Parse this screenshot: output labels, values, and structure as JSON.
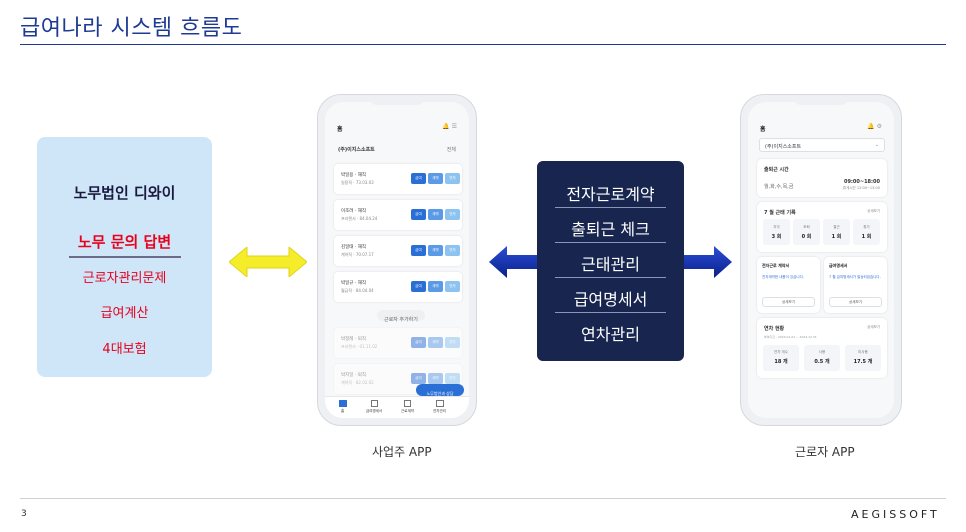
{
  "title": "급여나라 시스템 흐름도",
  "law_firm": {
    "name": "노무법인 디와이",
    "answer": "노무 문의 답변",
    "items": [
      "근로자관리문제",
      "급여계산",
      "4대보험"
    ]
  },
  "employer_app": {
    "home": "홈",
    "company": "(주)이지스소프트",
    "filter": "전체",
    "employees": [
      {
        "name": "박일용 · 재직",
        "sub": "일용직 · 73.03.03"
      },
      {
        "name": "이조려 · 재직",
        "sub": "프리랜서 · 84.04.24"
      },
      {
        "name": "김일태 · 재직",
        "sub": "계약직 · 70.07.17"
      },
      {
        "name": "박일규 · 재직",
        "sub": "월급직 · 84.04.04"
      },
      {
        "name": "박정례 · 퇴직",
        "sub": "프리랜서 · 01.11.02"
      },
      {
        "name": "박지일 · 퇴직",
        "sub": "계약직 · 82.02.02"
      }
    ],
    "btn_labels": [
      "급여",
      "계약",
      "연차"
    ],
    "add_employee": "근로자 추가하기",
    "consult_button": "노무법인과 상담",
    "nav": [
      "홈",
      "급여명세서",
      "근로계약",
      "연차관리"
    ],
    "caption": "사업주 APP"
  },
  "services": [
    "전자근로계약",
    "출퇴근 체크",
    "근태관리",
    "급여명세서",
    "연차관리"
  ],
  "worker_app": {
    "home": "홈",
    "company": "(주)이지스소프트",
    "commute": {
      "title": "출퇴근 시간",
      "days": "월,화,수,목,금",
      "time": "09:00~18:00",
      "break": "휴게시간 12:00~13:00"
    },
    "attendance": {
      "title": "7 월 근태 기록",
      "more": "상세보기",
      "stats": [
        {
          "label": "지각",
          "value": "3 회"
        },
        {
          "label": "조퇴",
          "value": "0 회"
        },
        {
          "label": "결근",
          "value": "1 회"
        },
        {
          "label": "휴가",
          "value": "1 회"
        }
      ]
    },
    "contract": {
      "title": "전자근로 계약서",
      "text": "전자계약한 내용이 있습니다.",
      "btn": "상세보기"
    },
    "payslip": {
      "title": "급여명세서",
      "text": "7 월 급여명세서가 발송되었습니다.",
      "btn": "상세보기"
    },
    "leave": {
      "title": "연차 현황",
      "more": "상세보기",
      "period": "부여기간 : 2023.01.01 ~ 2023.12.31",
      "stats": [
        {
          "label": "연차 개수",
          "value": "18 개"
        },
        {
          "label": "사용",
          "value": "0.5 개"
        },
        {
          "label": "미사용",
          "value": "17.5 개"
        }
      ]
    },
    "caption": "근로자 APP"
  },
  "footer": {
    "page": "3",
    "brand": "AEGISSOFT"
  },
  "colors": {
    "title": "#1f3a93",
    "answer": "#e8001c",
    "service_box": "#17254f",
    "arrow_blue": "#1538b8",
    "arrow_yellow": "#f5ec2a",
    "btn_blue": "#2a6fd6",
    "btn_light": "#8cc3f0"
  }
}
